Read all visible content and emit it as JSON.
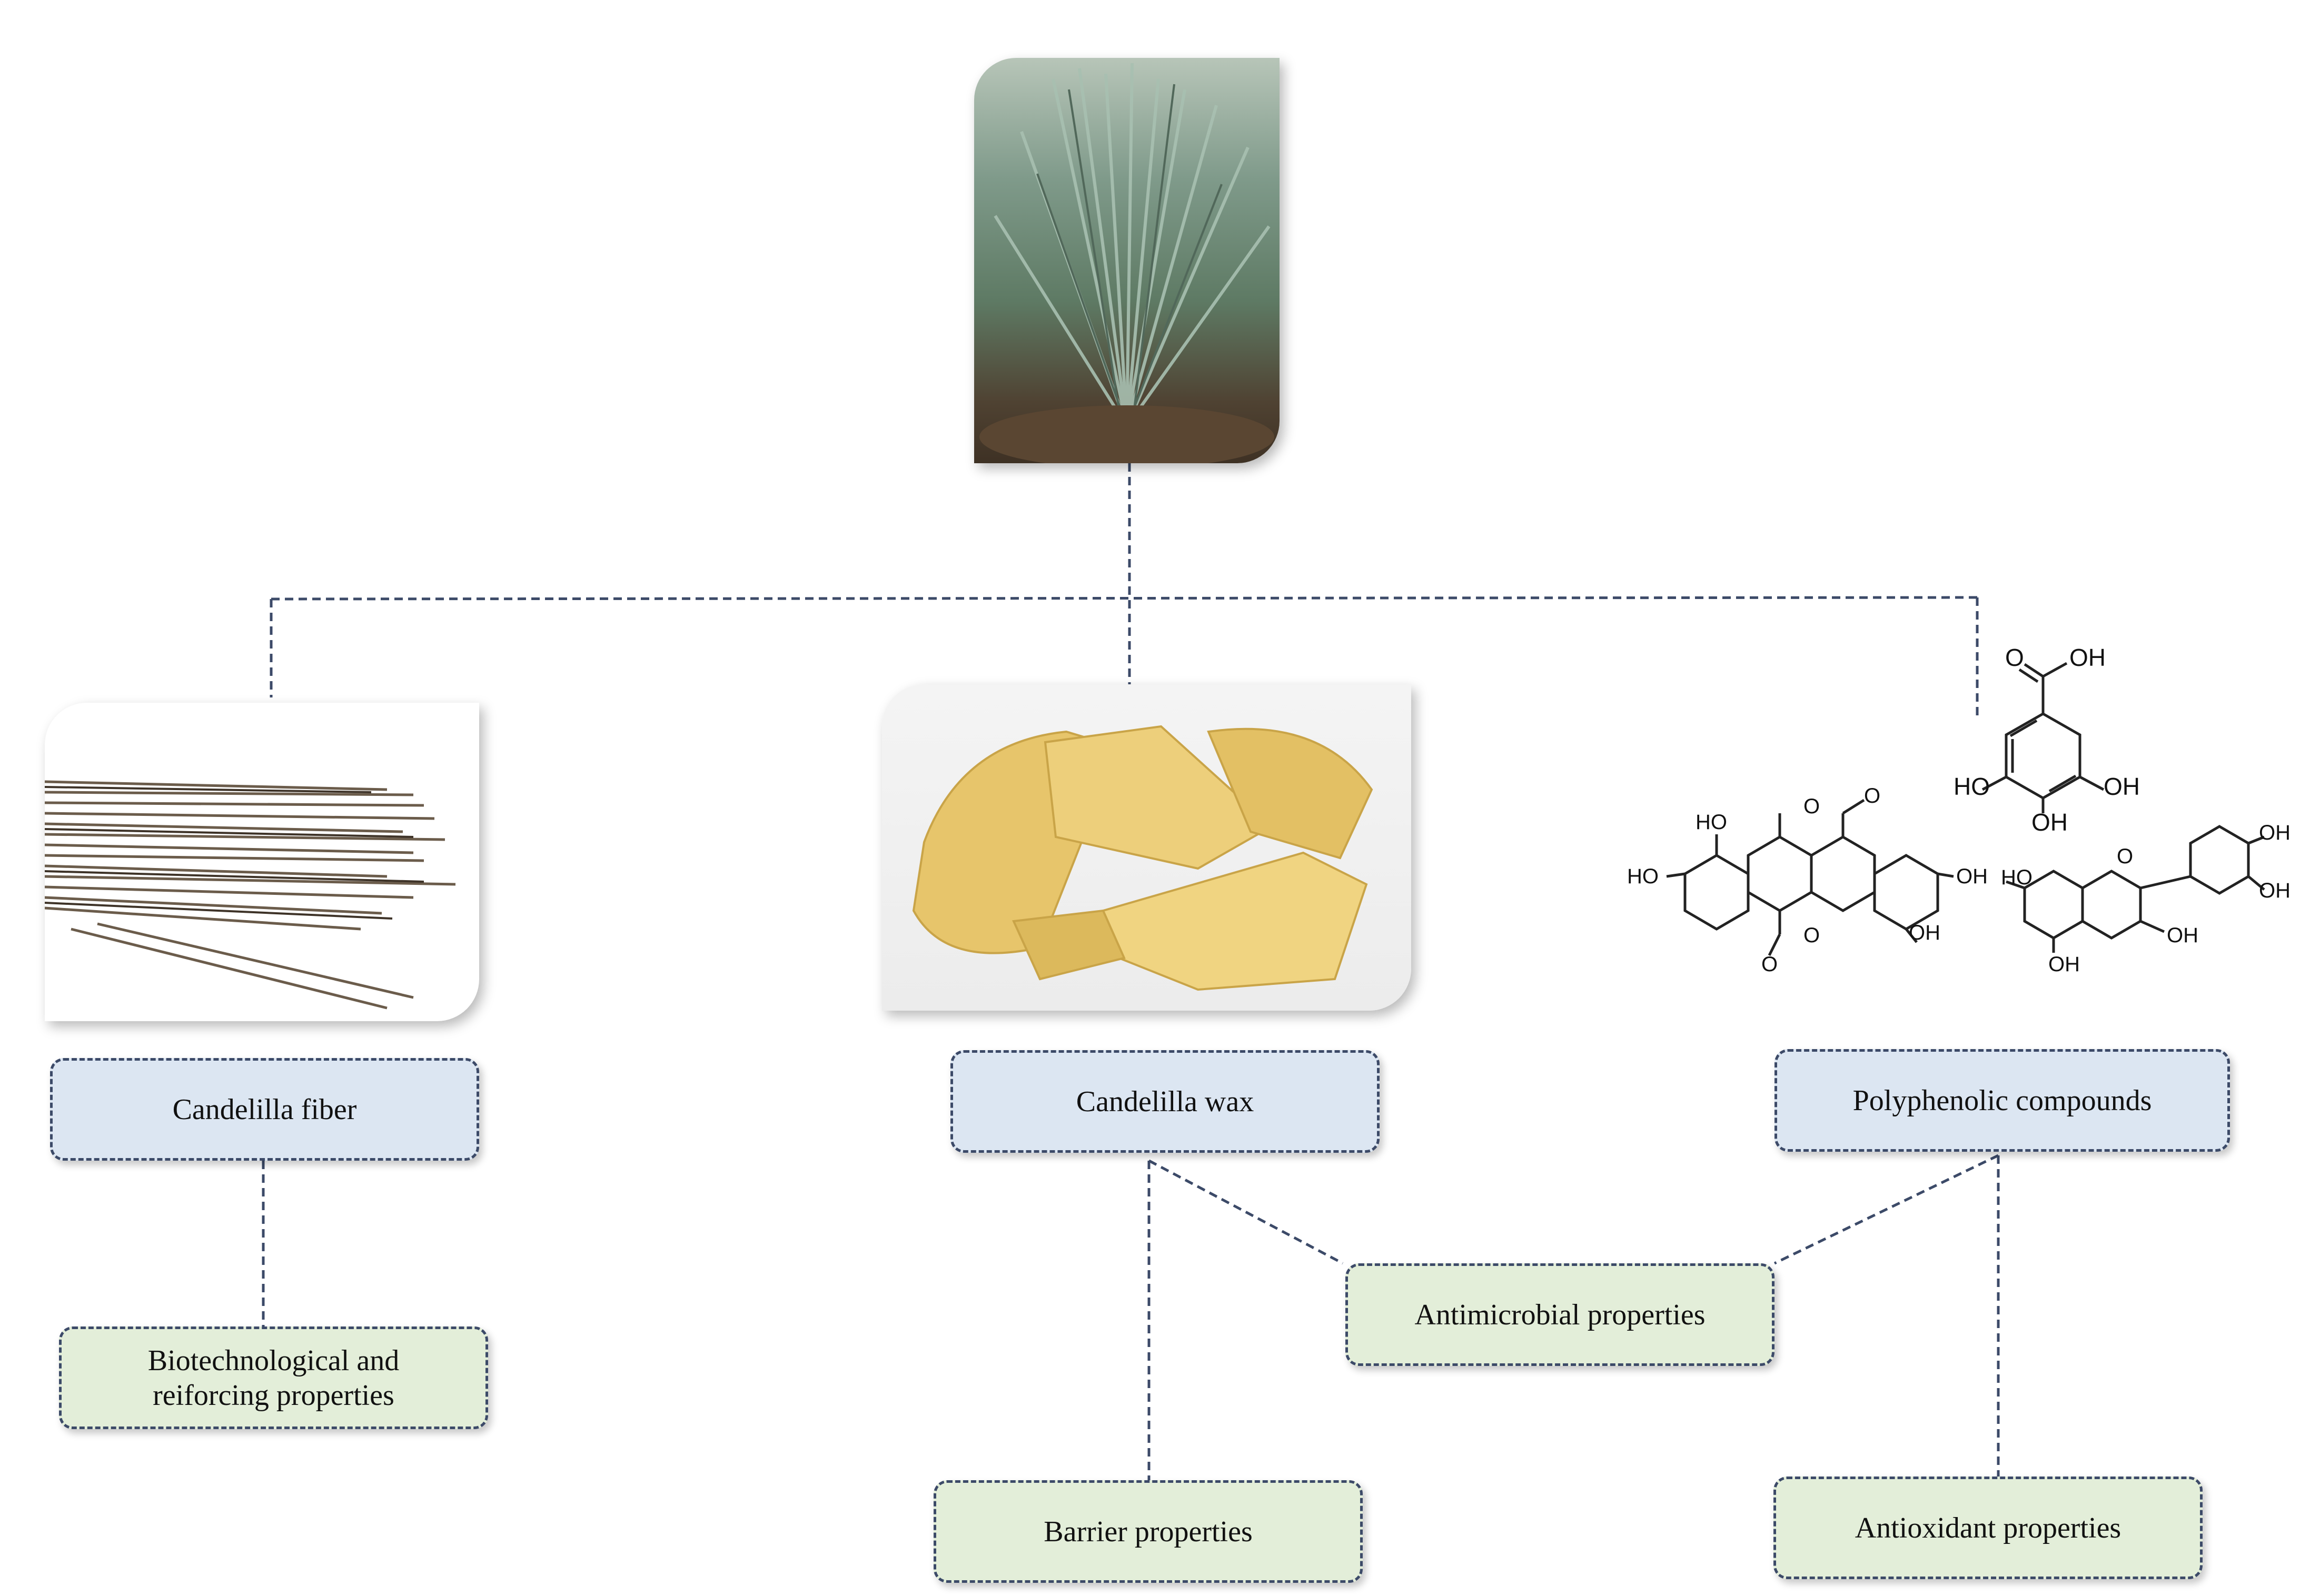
{
  "nodes": {
    "candelilla_fiber": "Candelilla fiber",
    "candelilla_wax": "Candelilla wax",
    "polyphenolic_compounds": "Polyphenolic compounds",
    "biotech_properties_line1": "Biotechnological and",
    "biotech_properties_line2": "reiforcing properties",
    "antimicrobial_properties": "Antimicrobial properties",
    "barrier_properties": "Barrier properties",
    "antioxidant_properties": "Antioxidant properties"
  },
  "structure_labels": {
    "gallic_O": "O",
    "gallic_OH_top": "OH",
    "gallic_HO_left": "HO",
    "gallic_OH_right": "OH",
    "gallic_OH_bottom": "OH",
    "ellagic_HO_1": "HO",
    "ellagic_HO_2": "HO",
    "ellagic_OH_1": "OH",
    "ellagic_OH_2": "OH",
    "ellagic_O_1": "O",
    "ellagic_O_2": "O",
    "ellagic_O_3": "O",
    "ellagic_O_4": "O",
    "catechin_HO": "HO",
    "catechin_O": "O",
    "catechin_OH_1": "OH",
    "catechin_OH_2": "OH",
    "catechin_OH_3": "OH",
    "catechin_OH_4": "OH"
  },
  "colors": {
    "connector": "#3c4a68",
    "product_box": "#dce6f2",
    "property_box": "#e3eed9"
  }
}
